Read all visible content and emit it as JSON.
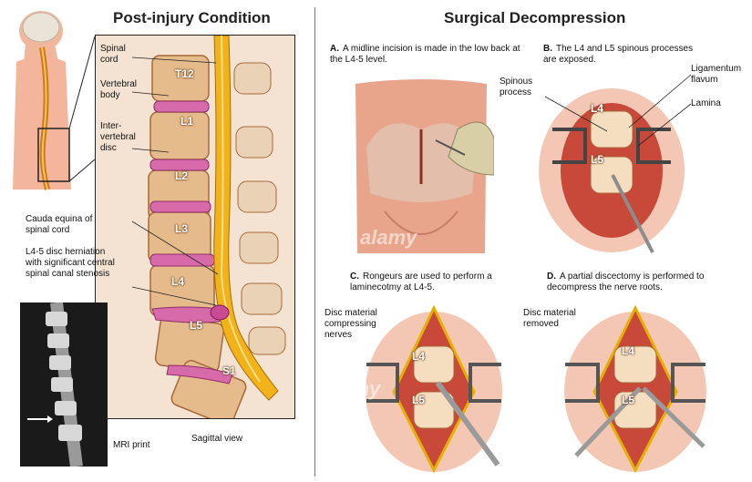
{
  "left": {
    "title": "Post-injury Condition",
    "labels": {
      "spinal_cord": "Spinal cord",
      "vertebral_body": "Vertebral body",
      "disc": "Inter-vertebral disc",
      "cauda": "Cauda equina of spinal cord",
      "herniation": "L4-5 disc herniation with significant central spinal canal stenosis",
      "mri": "MRI print",
      "sagittal": "Sagittal view"
    },
    "vertebrae": [
      "T12",
      "L1",
      "L2",
      "L3",
      "L4",
      "L5",
      "S1"
    ]
  },
  "right": {
    "title": "Surgical Decompression",
    "steps": {
      "a": {
        "letter": "A.",
        "text": "A midline incision is made in the low back at the L4-5 level."
      },
      "b": {
        "letter": "B.",
        "text": "The L4 and L5 spinous processes are exposed."
      },
      "c": {
        "letter": "C.",
        "text": "Rongeurs are used to perform a laminecotmy at L4-5."
      },
      "d": {
        "letter": "D.",
        "text": "A partial discectomy is performed to decompress the nerve roots."
      }
    },
    "labels": {
      "spinous": "Spinous process",
      "ligamentum": "Ligamentum flavum",
      "lamina": "Lamina",
      "disc_compress": "Disc material compressing nerves",
      "disc_removed": "Disc material removed",
      "l4": "L4",
      "l5": "L5"
    }
  },
  "watermark": "alamy",
  "colors": {
    "bone": "#e8c49a",
    "disc": "#c85a9a",
    "cord": "#f2a800",
    "tissue": "#c8483a",
    "skin": "#e9a58c"
  }
}
